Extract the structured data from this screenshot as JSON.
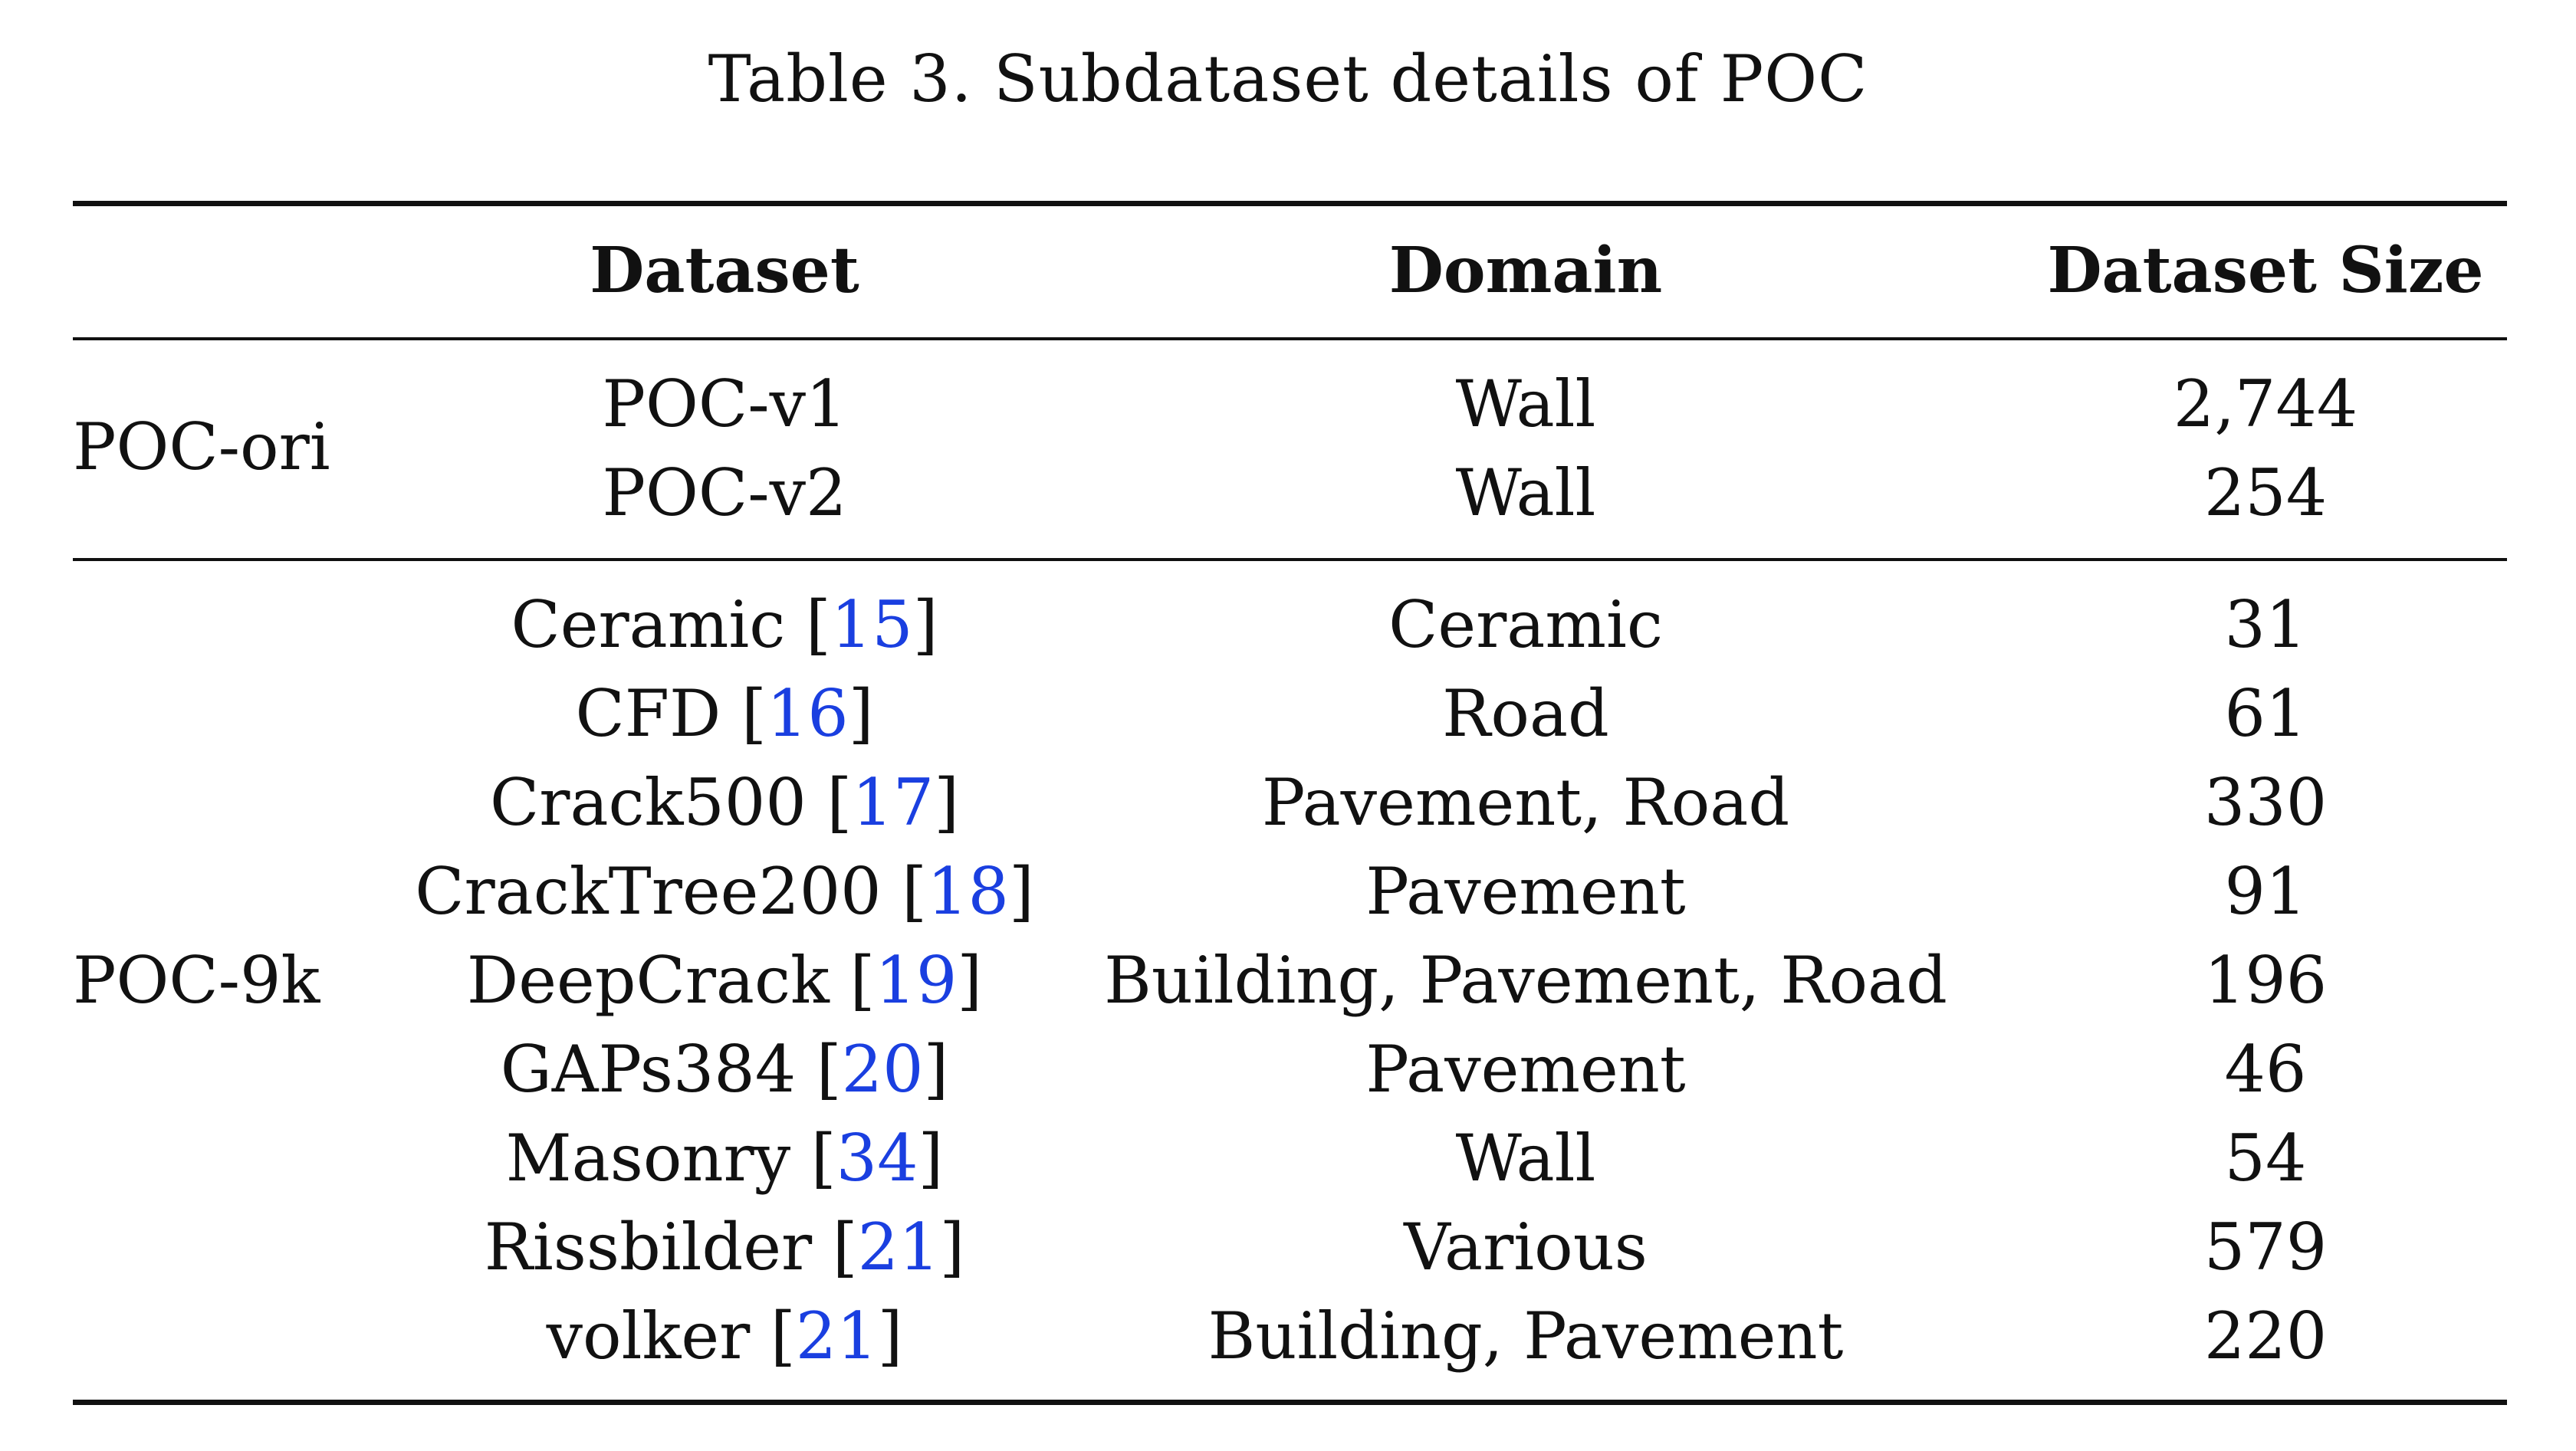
{
  "caption": "Table 3. Subdataset details of POC",
  "headers": {
    "dataset": "Dataset",
    "domain": "Domain",
    "size": "Dataset Size"
  },
  "groups": {
    "ori": "POC-ori",
    "nine_k": "POC-9k"
  },
  "rows": [
    {
      "name": "POC-v1",
      "ref": "",
      "domain": "Wall",
      "size": "2,744"
    },
    {
      "name": "POC-v2",
      "ref": "",
      "domain": "Wall",
      "size": "254"
    },
    {
      "name": "Ceramic",
      "ref": "15",
      "domain": "Ceramic",
      "size": "31"
    },
    {
      "name": "CFD",
      "ref": "16",
      "domain": "Road",
      "size": "61"
    },
    {
      "name": "Crack500",
      "ref": "17",
      "domain": "Pavement, Road",
      "size": "330"
    },
    {
      "name": "CrackTree200",
      "ref": "18",
      "domain": "Pavement",
      "size": "91"
    },
    {
      "name": "DeepCrack",
      "ref": "19",
      "domain": "Building, Pavement, Road",
      "size": "196"
    },
    {
      "name": "GAPs384",
      "ref": "20",
      "domain": "Pavement",
      "size": "46"
    },
    {
      "name": "Masonry",
      "ref": "34",
      "domain": "Wall",
      "size": "54"
    },
    {
      "name": "Rissbilder",
      "ref": "21",
      "domain": "Various",
      "size": "579"
    },
    {
      "name": "volker",
      "ref": "21",
      "domain": "Building, Pavement",
      "size": "220"
    }
  ]
}
